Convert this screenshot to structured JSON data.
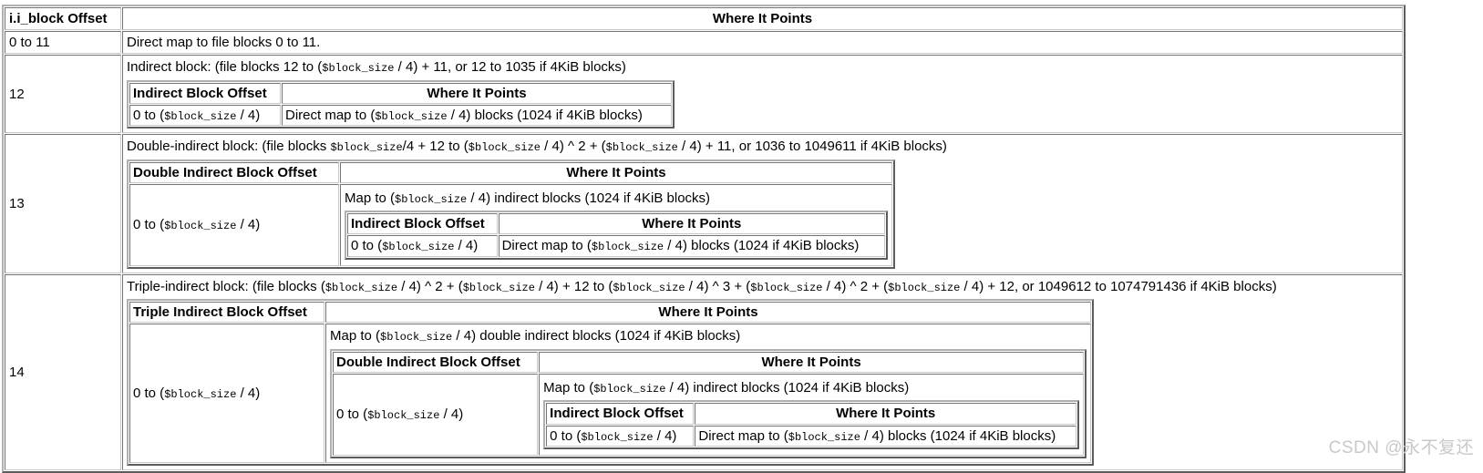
{
  "table": {
    "headers": {
      "offset": "i.i_block Offset",
      "points": "Where It Points"
    },
    "rows": {
      "direct": {
        "offset": "0 to 11",
        "points": "Direct map to file blocks 0 to 11."
      },
      "indirect": {
        "offset": "12",
        "lead_pre": "Indirect block: (file blocks 12 to (",
        "lead_code": "$block_size",
        "lead_post": " / 4) + 11, or 12 to 1035 if 4KiB blocks)",
        "nested": {
          "h_offset": "Indirect Block Offset",
          "h_points": "Where It Points",
          "offset_pre": "0 to (",
          "offset_code": "$block_size",
          "offset_post": " / 4)",
          "points_pre": "Direct map to (",
          "points_code": "$block_size",
          "points_post": " / 4) blocks (1024 if 4KiB blocks)"
        }
      },
      "double_indirect": {
        "offset": "13",
        "lead_pre": "Double-indirect block: (file blocks ",
        "lead_code1": "$block_size",
        "lead_mid1": "/4 + 12 to (",
        "lead_code2": "$block_size",
        "lead_mid2": " / 4) ^ 2 + (",
        "lead_code3": "$block_size",
        "lead_post": " / 4) + 11, or 1036 to 1049611 if 4KiB blocks)",
        "nested": {
          "h_offset": "Double Indirect Block Offset",
          "h_points": "Where It Points",
          "offset_pre": "0 to (",
          "offset_code": "$block_size",
          "offset_post": " / 4)",
          "map_pre": "Map to (",
          "map_code": "$block_size",
          "map_post": " / 4) indirect blocks (1024 if 4KiB blocks)",
          "inner": {
            "h_offset": "Indirect Block Offset",
            "h_points": "Where It Points",
            "offset_pre": "0 to (",
            "offset_code": "$block_size",
            "offset_post": " / 4)",
            "points_pre": "Direct map to (",
            "points_code": "$block_size",
            "points_post": " / 4) blocks (1024 if 4KiB blocks)"
          }
        }
      },
      "triple_indirect": {
        "offset": "14",
        "lead_pre": "Triple-indirect block: (file blocks (",
        "lead_code1": "$block_size",
        "lead_mid1": " / 4) ^ 2 + (",
        "lead_code2": "$block_size",
        "lead_mid2": " / 4) + 12 to (",
        "lead_code3": "$block_size",
        "lead_mid3": " / 4) ^ 3 + (",
        "lead_code4": "$block_size",
        "lead_mid4": " / 4) ^ 2 + (",
        "lead_code5": "$block_size",
        "lead_post": " / 4) + 12, or 1049612 to 1074791436 if 4KiB blocks)",
        "nested": {
          "h_offset": "Triple Indirect Block Offset",
          "h_points": "Where It Points",
          "offset_pre": "0 to (",
          "offset_code": "$block_size",
          "offset_post": " / 4)",
          "map_pre": "Map to (",
          "map_code": "$block_size",
          "map_post": " / 4) double indirect blocks (1024 if 4KiB blocks)",
          "inner": {
            "h_offset": "Double Indirect Block Offset",
            "h_points": "Where It Points",
            "offset_pre": "0 to (",
            "offset_code": "$block_size",
            "offset_post": " / 4)",
            "map_pre": "Map to (",
            "map_code": "$block_size",
            "map_post": " / 4) indirect blocks (1024 if 4KiB blocks)",
            "inner": {
              "h_offset": "Indirect Block Offset",
              "h_points": "Where It Points",
              "offset_pre": "0 to (",
              "offset_code": "$block_size",
              "offset_post": " / 4)",
              "points_pre": "Direct map to (",
              "points_code": "$block_size",
              "points_post": " / 4) blocks (1024 if 4KiB blocks)"
            }
          }
        }
      }
    }
  },
  "watermark": {
    "text": "CSDN @永不复还"
  },
  "colors": {
    "text": "#000000",
    "background": "#ffffff",
    "border_outer": "#b0b0b0",
    "border_inner": "#c8c8c8",
    "watermark": "#c9c9c9"
  }
}
